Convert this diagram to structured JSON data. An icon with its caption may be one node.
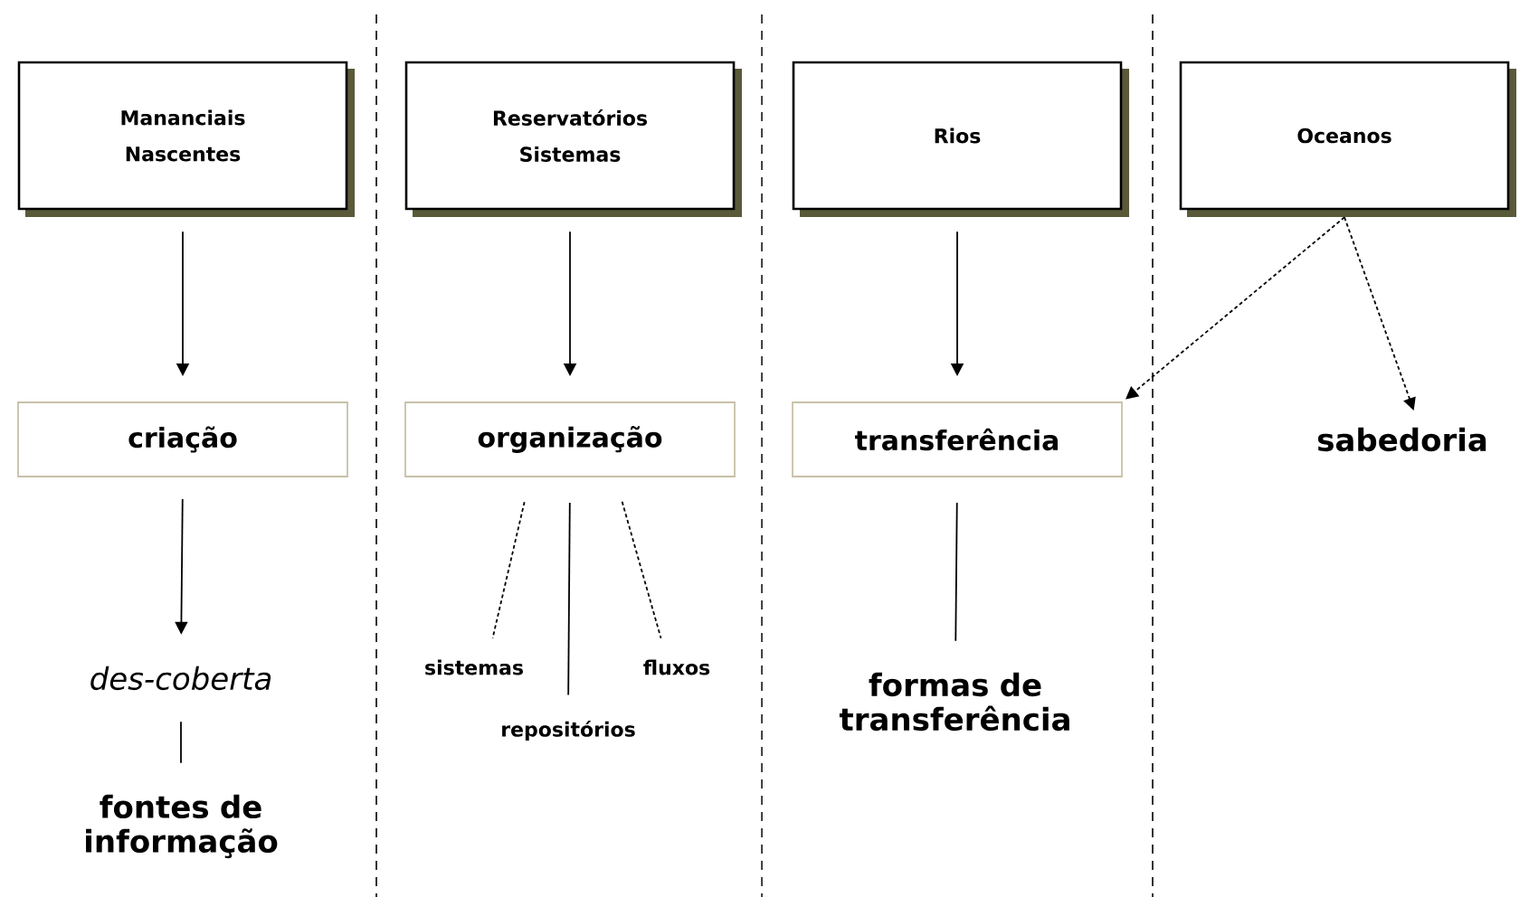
{
  "diagram": {
    "nodes": [
      {
        "text": [
          "Mananciais",
          "Nascentes"
        ]
      },
      {
        "text": [
          "Reservatórios",
          "Sistemas"
        ]
      },
      {
        "text": [
          "Rios"
        ]
      },
      {
        "text": [
          "Oceanos"
        ]
      },
      {
        "text": [
          "criação"
        ]
      },
      {
        "text": [
          "organização"
        ]
      },
      {
        "text": [
          "transferência"
        ]
      },
      {
        "text": [
          "sabedoria"
        ]
      },
      {
        "text": [
          "des-coberta"
        ]
      },
      {
        "text": [
          "fontes de informação"
        ]
      },
      {
        "text": [
          "sistemas"
        ]
      },
      {
        "text": [
          "repositórios"
        ]
      },
      {
        "text": [
          "fluxos"
        ]
      },
      {
        "text": [
          "formas de transferência"
        ]
      }
    ],
    "edges": [
      {
        "from": 0,
        "to": 4,
        "arrow": "to"
      },
      {
        "from": 1,
        "to": 5,
        "arrow": "to"
      },
      {
        "from": 2,
        "to": 6,
        "arrow": "to"
      },
      {
        "from": 3,
        "to": 6,
        "arrow": "to",
        "style": "dashed"
      },
      {
        "from": 3,
        "to": 7,
        "arrow": "to",
        "style": "dashed"
      },
      {
        "from": 4,
        "to": 8,
        "arrow": "to"
      },
      {
        "from": 8,
        "to": 9,
        "arrow": "none"
      },
      {
        "from": 5,
        "to": 10,
        "arrow": "none",
        "style": "dashed"
      },
      {
        "from": 5,
        "to": 11,
        "arrow": "none"
      },
      {
        "from": 5,
        "to": 12,
        "arrow": "none",
        "style": "dashed"
      },
      {
        "from": 6,
        "to": 13,
        "arrow": "none"
      }
    ]
  }
}
